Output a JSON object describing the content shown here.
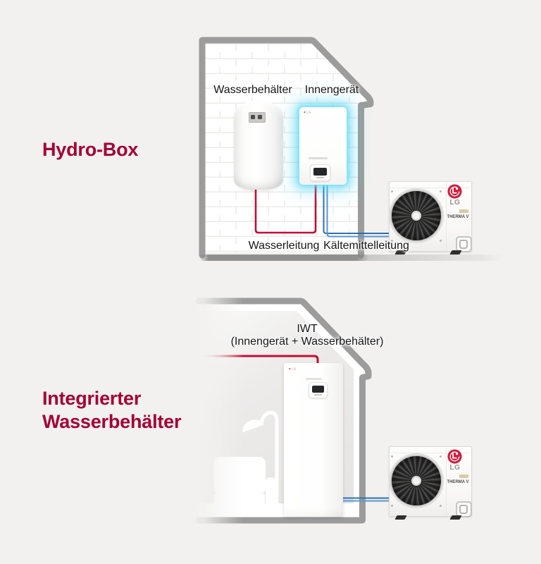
{
  "page": {
    "background_color": "#f2f1f0"
  },
  "hydro_box": {
    "heading": "Hydro-Box",
    "tank_label": "Wasserbehälter",
    "indoor_unit_label": "Innengerät",
    "water_line_label": "Wasserleitung",
    "refrigerant_line_label": "Kältemittelleitung"
  },
  "iwt": {
    "heading": "Integrierter Wasserbehälter",
    "unit_label_line1": "IWT",
    "unit_label_line2": "(Innengerät + Wasserbehälter)"
  },
  "outdoor_unit": {
    "brand": "LG",
    "model": "THERMA V"
  },
  "colors": {
    "accent_maroon": "#a50034",
    "water_line_red": "#c20d35",
    "refrigerant_line_blue": "#3c7fbd",
    "indoor_unit_glow_cyan": "#4fd8f2",
    "house_outline_gray": "#9c9c9c",
    "label_text": "#1a1a1a",
    "lg_logo_red": "#cf1e3c"
  }
}
